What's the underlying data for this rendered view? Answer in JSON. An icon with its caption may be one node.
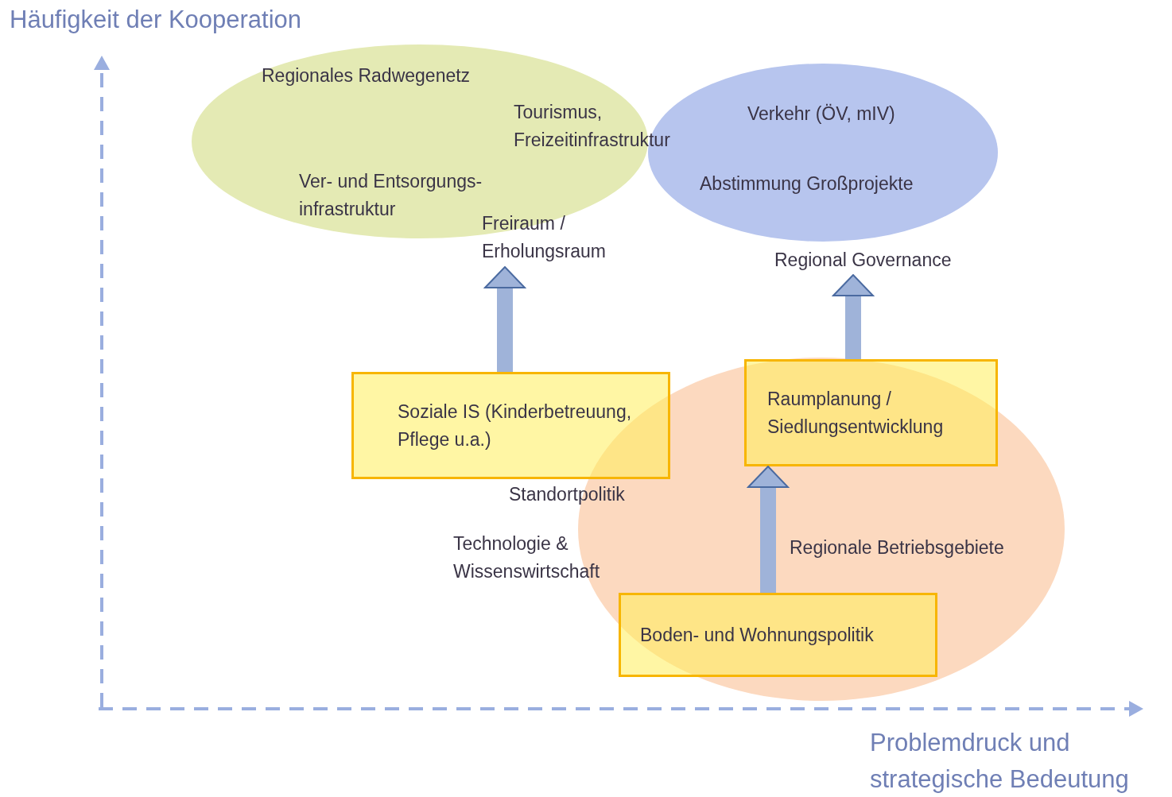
{
  "diagram": {
    "nodes": [
      {
        "text": [
          "Regionales Radwegenetz",
          "Ver- und Entsorgungs- infrastruktur"
        ]
      },
      {
        "text": [
          "Verkehr (ÖV, mIV)",
          "Abstimmung Großprojekte"
        ]
      },
      {
        "text": [
          "Freiraum / Erholungsraum"
        ]
      },
      {
        "text": [
          "Regional Governance"
        ]
      },
      {
        "text": [
          "Soziale IS (Kinderbetreuung, Pflege u.a.)"
        ]
      },
      {
        "text": [
          "Regionale Betriebsgebiete"
        ]
      },
      {
        "text": [
          "Raumplanung / Siedlungsentwicklung"
        ],
        "in": 5
      },
      {
        "text": [
          "Boden- und Wohnungspolitik"
        ],
        "in": 5
      }
    ],
    "edges": [
      {
        "from": 4,
        "to": 2,
        "arrow": "to"
      },
      {
        "from": 6,
        "to": 3,
        "arrow": "to"
      },
      {
        "from": 7,
        "to": 6,
        "arrow": "to"
      }
    ],
    "labels": [
      "Häufigkeit der Kooperation",
      "Tourismus, Freizeitinfrastruktur",
      "Standortpolitik",
      "Technologie & Wissenswirtschaft",
      "Problemdruck und strategische Bedeutung"
    ]
  }
}
